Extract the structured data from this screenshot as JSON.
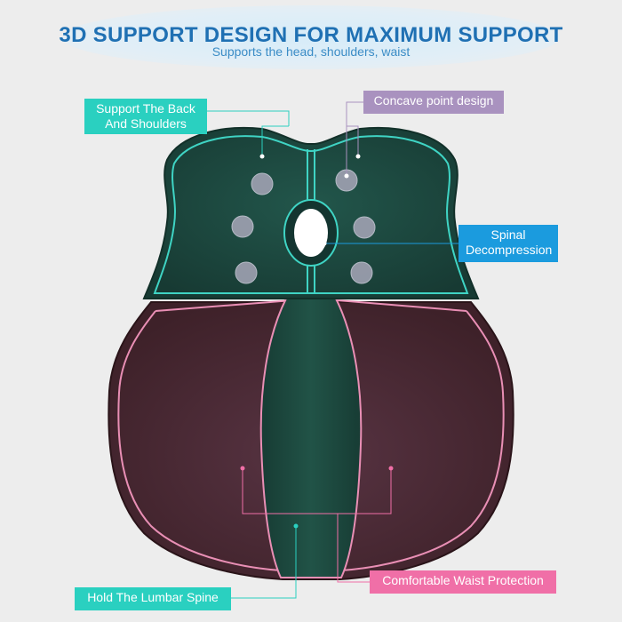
{
  "header": {
    "title": "3D SUPPORT DESIGN FOR MAXIMUM SUPPORT",
    "subtitle": "Supports the head, shoulders, waist"
  },
  "callouts": {
    "back_shoulders_line1": "Support The Back",
    "back_shoulders_line2": "And Shoulders",
    "concave_point": "Concave point design",
    "spinal_line1": "Spinal",
    "spinal_line2": "Decompression",
    "lumbar": "Hold The Lumbar Spine",
    "waist": "Comfortable Waist Protection"
  },
  "colors": {
    "background": "#ededed",
    "title": "#1f70b3",
    "subtitle": "#3a8cc6",
    "teal_tag": "#2ad0c0",
    "purple_tag": "#a992bf",
    "blue_tag": "#1b9bde",
    "pink_tag": "#f06fa7",
    "upper_cushion": "#1e4a40",
    "lower_cushion": "#4a2a34",
    "teal_piping": "#3fd4c4",
    "pink_piping": "#e98fb5"
  }
}
